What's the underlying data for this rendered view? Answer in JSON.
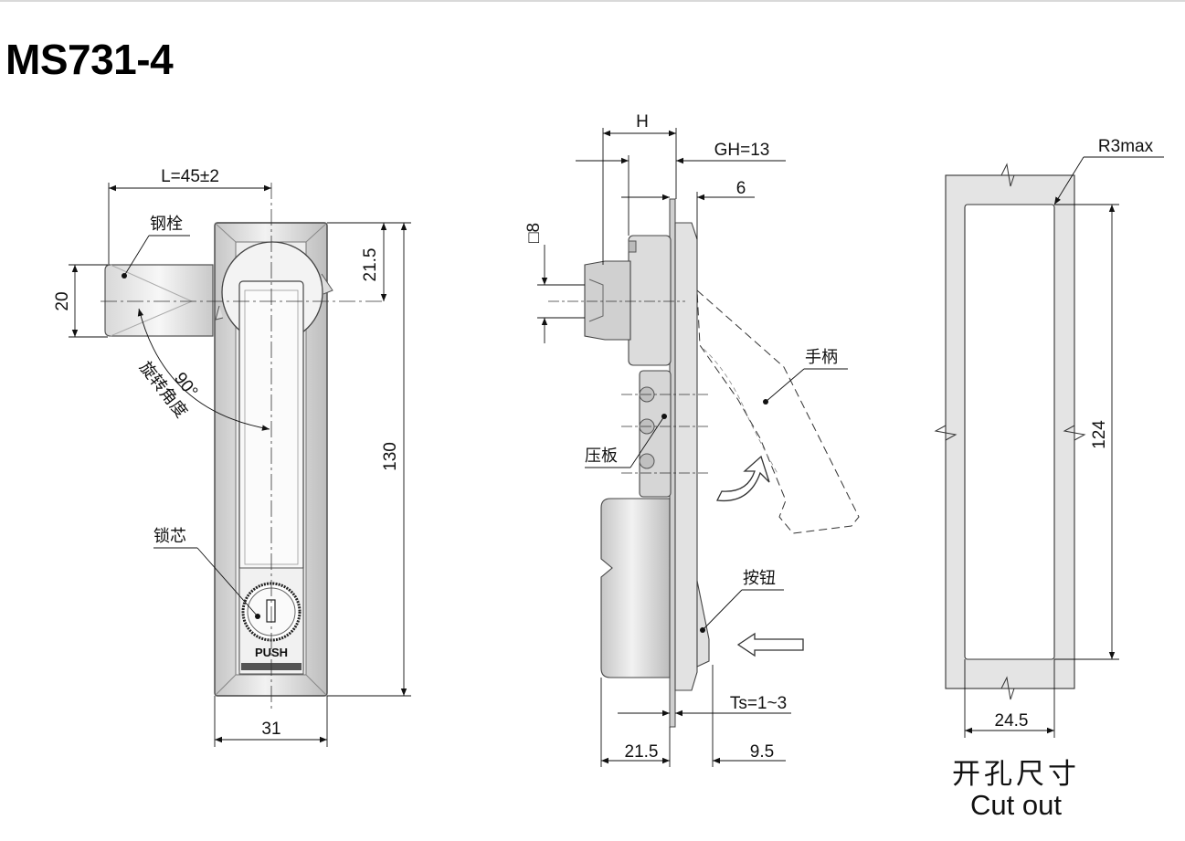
{
  "model": "MS731-4",
  "front_view": {
    "length_dim": "L=45±2",
    "dim_20": "20",
    "dim_21_5": "21.5",
    "dim_130": "130",
    "dim_31": "31",
    "label_bolt": "钢栓",
    "label_angle_deg": "90°",
    "label_angle_text": "旋转角度",
    "label_core": "锁芯",
    "push_text": "PUSH"
  },
  "side_view": {
    "dim_H": "H",
    "dim_GH": "GH=13",
    "dim_6": "6",
    "dim_square": "□8",
    "label_handle": "手柄",
    "label_plate": "压板",
    "label_button": "按钮",
    "dim_ts": "Ts=1~3",
    "dim_21_5": "21.5",
    "dim_9_5": "9.5"
  },
  "cutout_view": {
    "dim_radius": "R3max",
    "dim_124": "124",
    "dim_24_5": "24.5",
    "caption_cn": "开孔尺寸",
    "caption_en": "Cut out"
  }
}
